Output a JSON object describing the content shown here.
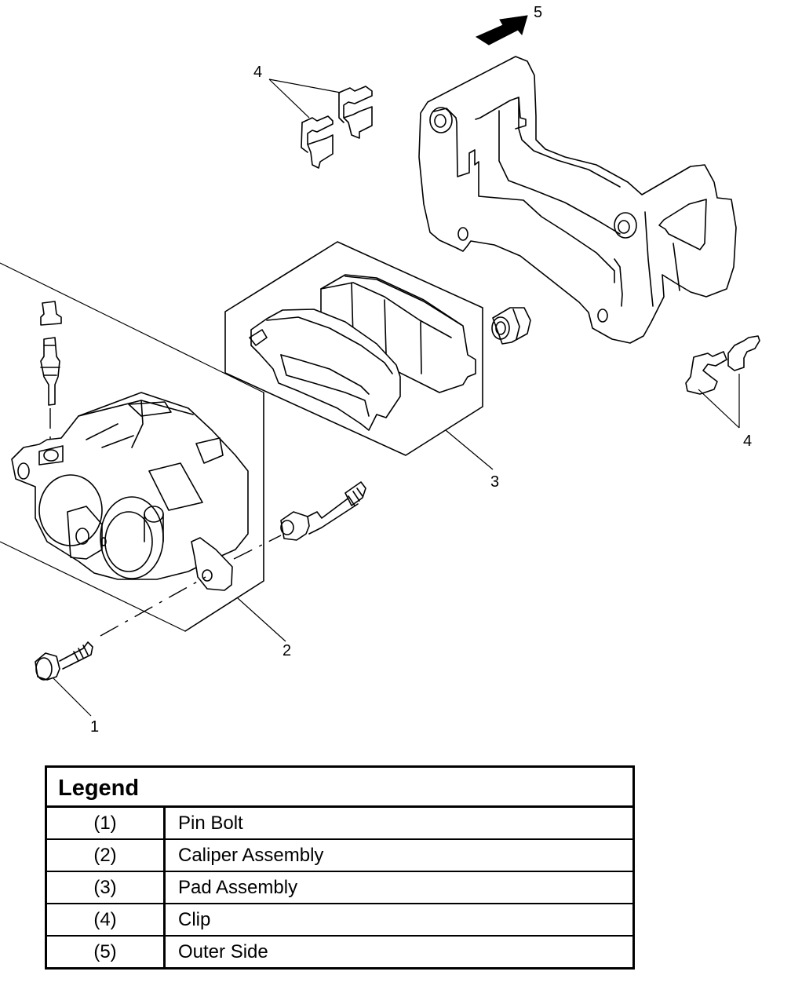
{
  "diagram": {
    "subject": "Disc brake caliper exploded view",
    "callouts": [
      {
        "id": "1",
        "label": "1",
        "points_to": "Pin Bolt"
      },
      {
        "id": "2",
        "label": "2",
        "points_to": "Caliper Assembly"
      },
      {
        "id": "3",
        "label": "3",
        "points_to": "Pad Assembly"
      },
      {
        "id": "4a",
        "label": "4",
        "points_to": "Clip (upper pair)"
      },
      {
        "id": "4b",
        "label": "4",
        "points_to": "Clip (lower pair)"
      },
      {
        "id": "5",
        "label": "5",
        "points_to": "Outer Side direction arrow"
      }
    ],
    "colors": {
      "line": "#000000",
      "background": "#ffffff"
    }
  },
  "legend": {
    "title": "Legend",
    "rows": [
      {
        "num": "(1)",
        "desc": "Pin Bolt"
      },
      {
        "num": "(2)",
        "desc": "Caliper Assembly"
      },
      {
        "num": "(3)",
        "desc": "Pad Assembly"
      },
      {
        "num": "(4)",
        "desc": "Clip"
      },
      {
        "num": "(5)",
        "desc": "Outer Side"
      }
    ]
  }
}
